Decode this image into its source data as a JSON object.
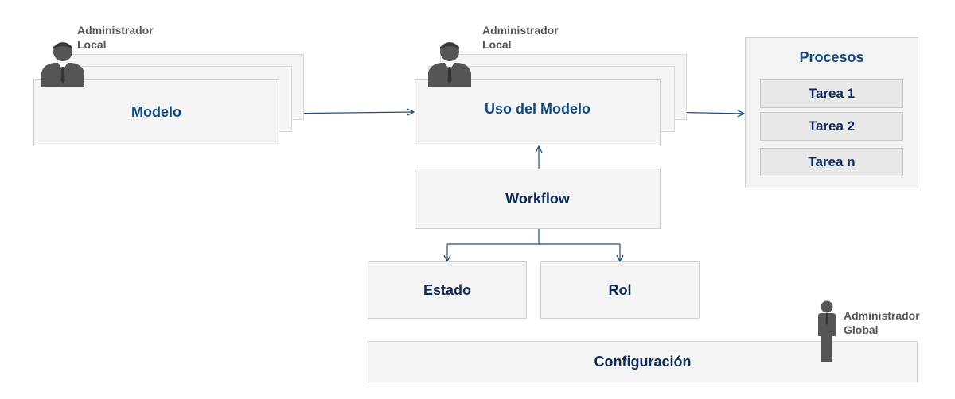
{
  "roles": {
    "local_admin_1": {
      "line1": "Administrador",
      "line2": "Local"
    },
    "local_admin_2": {
      "line1": "Administrador",
      "line2": "Local"
    },
    "global_admin": {
      "line1": "Administrador",
      "line2": "Global"
    }
  },
  "nodes": {
    "modelo": "Modelo",
    "uso_modelo": "Uso del Modelo",
    "workflow": "Workflow",
    "estado": "Estado",
    "rol": "Rol",
    "configuracion": "Configuración"
  },
  "procesos": {
    "title": "Procesos",
    "tasks": [
      "Tarea 1",
      "Tarea 2",
      "Tarea n"
    ]
  },
  "colors": {
    "arrow": "#1f4e79",
    "box_fill": "#f4f4f4",
    "label_dark": "#0d2a5c",
    "label_blue": "#134a7c",
    "person": "#555555"
  }
}
